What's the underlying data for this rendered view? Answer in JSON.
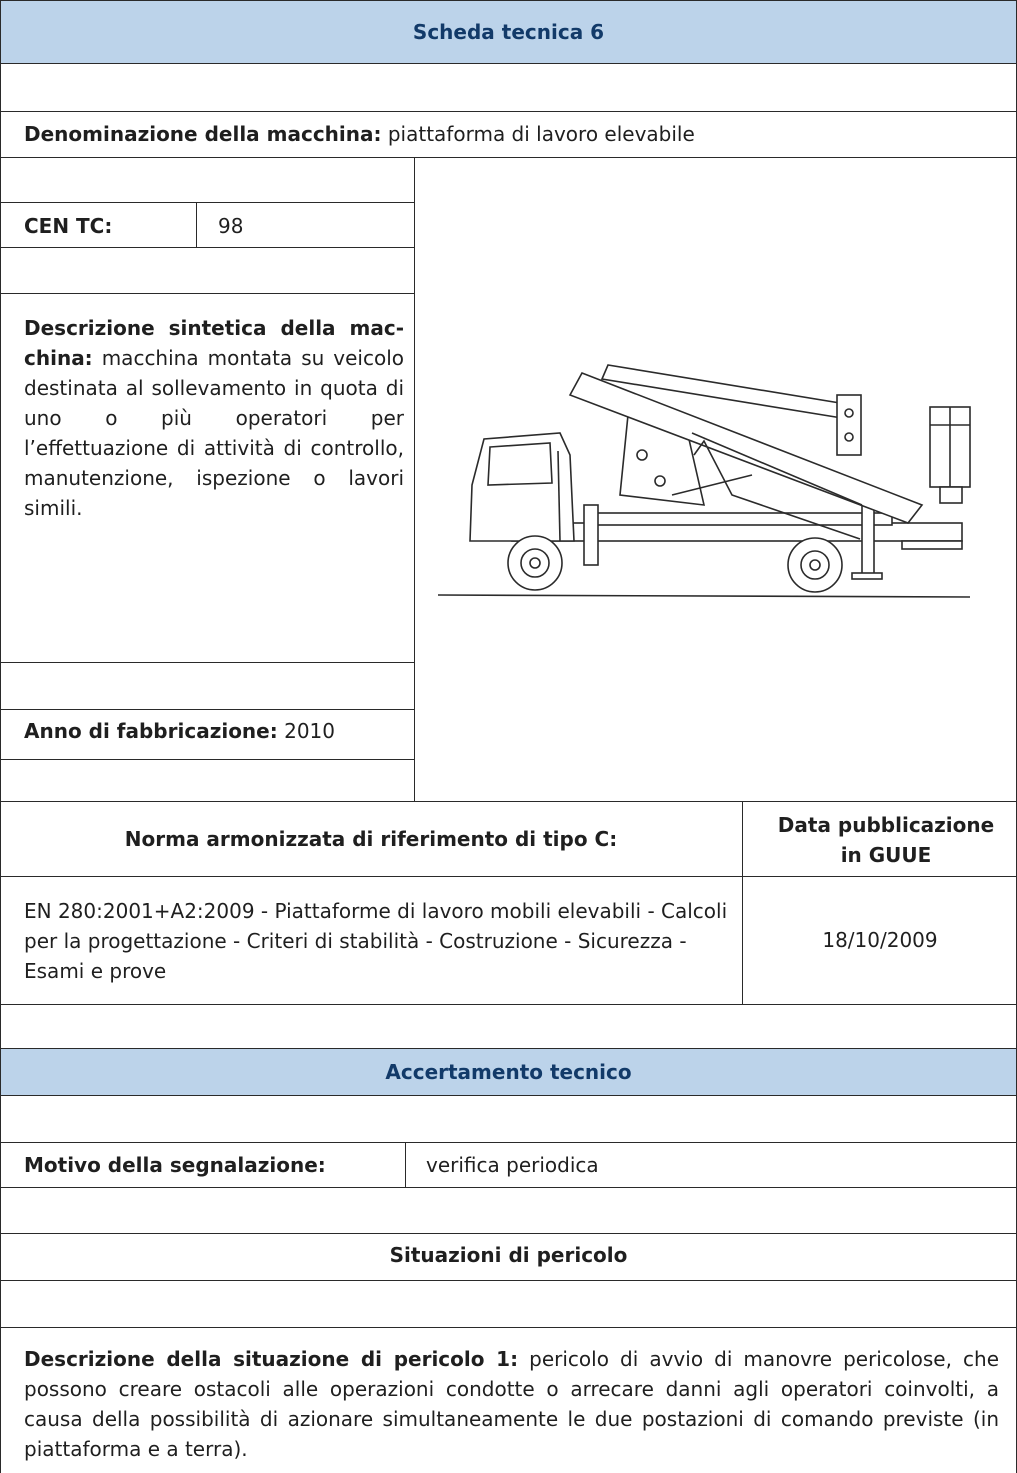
{
  "header": {
    "title": "Scheda tecnica 6"
  },
  "machine": {
    "name_label": "Denominazione della macchina:",
    "name_value": "piattaforma di lavoro elevabile",
    "cen_label": "CEN TC:",
    "cen_value": "98",
    "desc_label": "Descrizione sintetica della mac-china:",
    "desc_value": "macchina montata su veicolo destinata al sollevamento in quota di uno o più operatori per l’effettuazione di attività di controllo, manutenzione, ispezione o lavori simili.",
    "year_label": "Anno di fabbricazione:",
    "year_value": "2010",
    "image_icon": "aerial-platform-truck-drawing"
  },
  "norm": {
    "header_norm": "Norma armonizzata di riferimento di tipo C:",
    "header_date": "Data pubblicazione in GUUE",
    "norm_text": "EN 280:2001+A2:2009 - Piattaforme di lavoro mobili elevabili - Calcoli per la progettazione - Criteri di stabilità - Costruzione - Sicurezza - Esami e prove",
    "date_value": "18/10/2009"
  },
  "assessment": {
    "title": "Accertamento tecnico",
    "reason_label": "Motivo della segnalazione:",
    "reason_value": "verifica periodica",
    "hazards_title": "Situazioni di pericolo",
    "hazard1_label": "Descrizione della situazione di pericolo 1:",
    "hazard1_text": "pericolo di avvio di manovre pericolose, che possono creare ostacoli alle operazioni condotte o arrecare danni agli operatori coinvolti, a causa della possibilità di azionare simultaneamente le due postazioni di comando previste (in piattaforma e a terra)."
  },
  "colors": {
    "band": "#bcd3ea",
    "band_text": "#123a69",
    "rule": "#2a2a2a"
  }
}
